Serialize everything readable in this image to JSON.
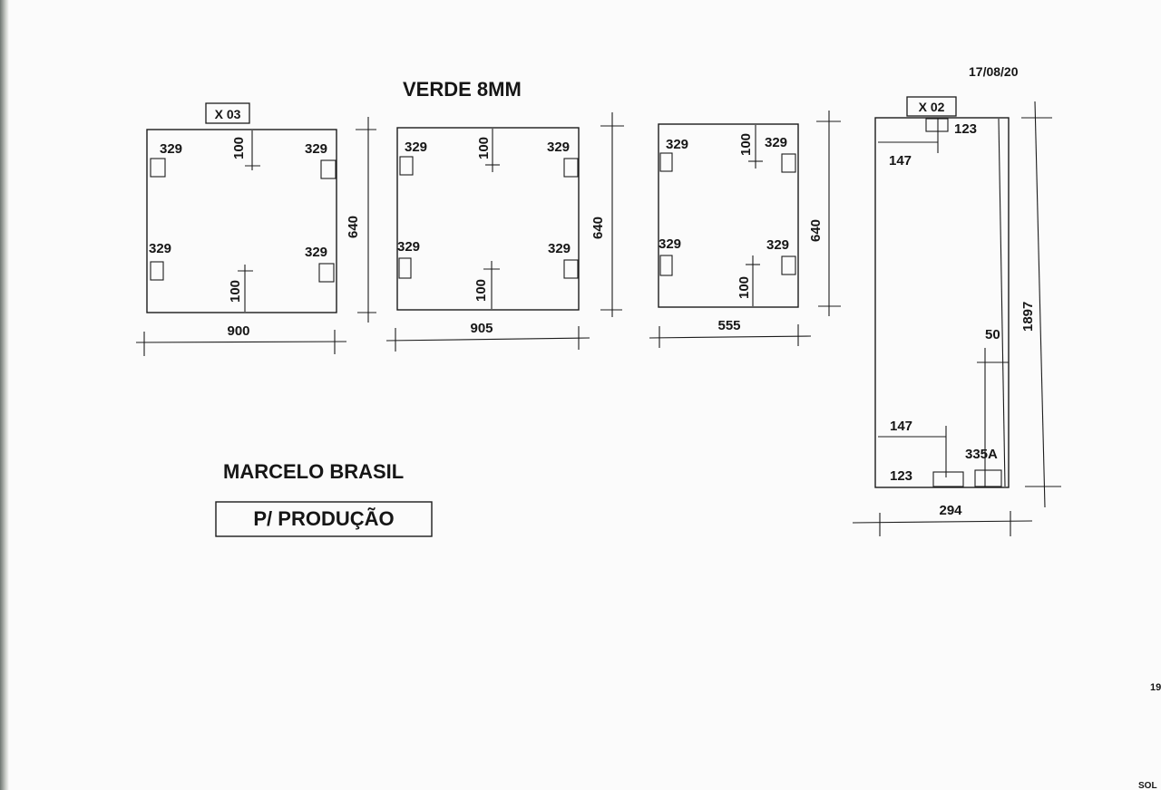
{
  "header": {
    "title": "VERDE 8MM",
    "date": "17/08/20"
  },
  "panels": [
    {
      "id": "panel-1",
      "qty_label": "X 03",
      "width": "900",
      "height": "640",
      "hinge_top_left": "329",
      "hinge_top_right": "329",
      "hinge_bottom_left": "329",
      "hinge_bottom_right": "329",
      "offset_top": "100",
      "offset_bottom": "100"
    },
    {
      "id": "panel-2",
      "width": "905",
      "height": "640",
      "hinge_top_left": "329",
      "hinge_top_right": "329",
      "hinge_bottom_left": "329",
      "hinge_bottom_right": "329",
      "offset_top": "100",
      "offset_bottom": "100"
    },
    {
      "id": "panel-3",
      "width": "555",
      "height": "640",
      "hinge_top_left": "329",
      "hinge_top_right": "329",
      "hinge_bottom_left": "329",
      "hinge_bottom_right": "329",
      "offset_top": "100",
      "offset_bottom": "100"
    }
  ],
  "tall_panel": {
    "qty_label": "X 02",
    "width": "294",
    "height": "1897",
    "top_hinge": "123",
    "top_offset": "147",
    "right_offset": "50",
    "bottom_offset": "147",
    "bottom_hinge": "123",
    "lock_label": "335A"
  },
  "footer": {
    "client_name": "MARCELO BRASIL",
    "stamp_label": "P/ PRODUÇÃO"
  },
  "margin_marks": {
    "fragment_1": "19",
    "fragment_2": "SOL"
  }
}
